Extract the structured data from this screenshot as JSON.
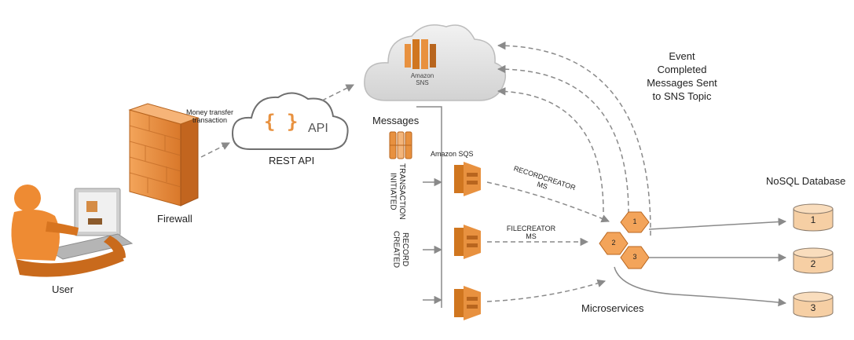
{
  "user": {
    "label": "User"
  },
  "firewall": {
    "label": "Firewall"
  },
  "rest_api": {
    "label": "REST API",
    "icon_text": "API",
    "brace_text": "{ }"
  },
  "transfer": {
    "line1": "Money transfer",
    "line2": "transaction"
  },
  "sns": {
    "line1": "Amazon",
    "line2": "SNS"
  },
  "messages": {
    "label": "Messages"
  },
  "sqs": {
    "label": "Amazon SQS"
  },
  "vertical_labels": [
    {
      "line1": "TRANSACTION",
      "line2": "INITIATED"
    },
    {
      "line1": "RECORD",
      "line2": "CREATED"
    }
  ],
  "ms_labels": [
    {
      "line1": "RECORDCREATOR",
      "line2": "MS"
    },
    {
      "line1": "FILECREATOR",
      "line2": "MS"
    }
  ],
  "event_note": {
    "line1": "Event",
    "line2": "Completed",
    "line3": "Messages Sent",
    "line4": "to SNS Topic"
  },
  "microservices": {
    "label": "Microservices",
    "hex1": "1",
    "hex2": "2",
    "hex3": "3"
  },
  "database": {
    "label": "NoSQL Database",
    "items": [
      "1",
      "2",
      "3"
    ]
  },
  "colors": {
    "orange": "#e8913f",
    "dark_orange": "#b8651e",
    "cloud": "#e6e6e6",
    "arrow": "#8a8a8a",
    "db_fill": "#f6cfa4"
  }
}
